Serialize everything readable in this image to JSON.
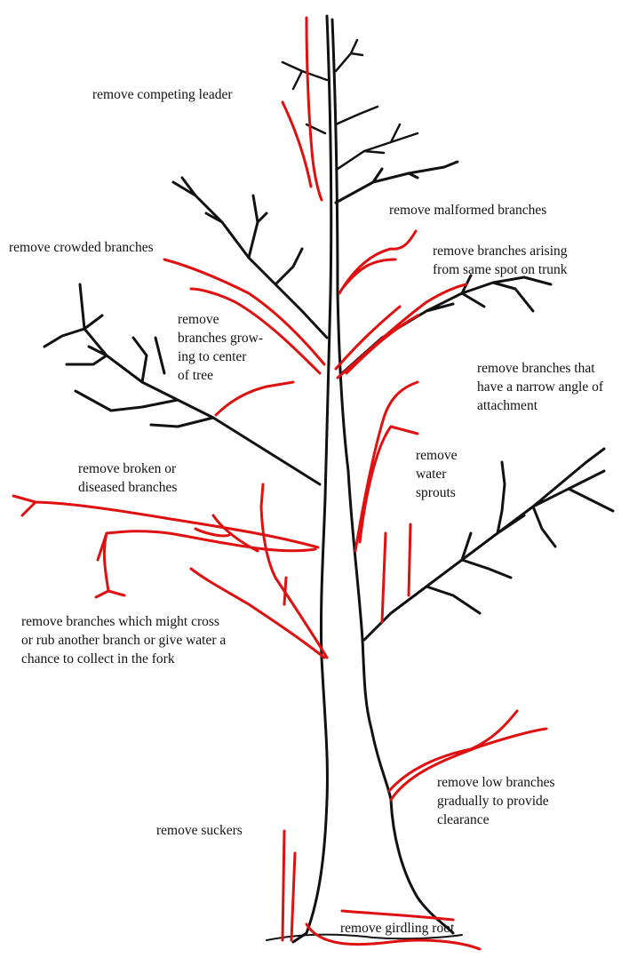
{
  "colors": {
    "background": "#ffffff",
    "branch": "#111111",
    "remove": "#e01010",
    "text": "#111111"
  },
  "labels": {
    "competing_leader": [
      "remove competing leader"
    ],
    "malformed": [
      "remove malformed branches"
    ],
    "crowded": [
      "remove crowded branches"
    ],
    "same_spot": [
      "remove branches arising",
      "from same spot on trunk"
    ],
    "center": [
      "remove",
      "branches grow-",
      "ing to center",
      "of tree"
    ],
    "narrow_angle": [
      "remove branches that",
      "have a narrow angle of",
      "attachment"
    ],
    "broken": [
      "remove broken or",
      "diseased branches"
    ],
    "water_sprouts": [
      "remove",
      "water",
      "sprouts"
    ],
    "cross_rub": [
      "remove branches which might cross",
      "or rub another branch or give water a",
      "chance to collect in the fork"
    ],
    "low_branches": [
      "remove low branches",
      "gradually to provide",
      "clearance"
    ],
    "suckers": [
      "remove suckers"
    ],
    "girdling_root": [
      "remove girdling root"
    ]
  }
}
